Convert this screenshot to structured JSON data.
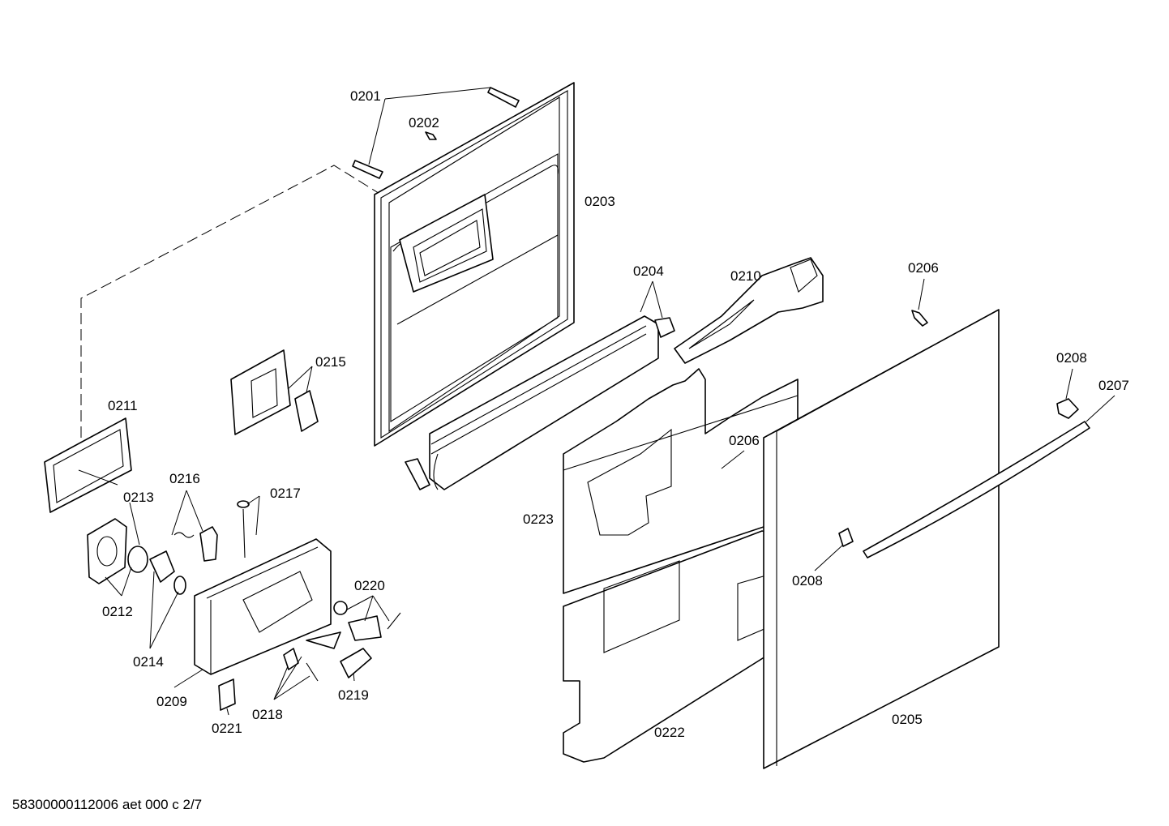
{
  "diagram": {
    "labels": {
      "p0201": "0201",
      "p0202": "0202",
      "p0203": "0203",
      "p0204": "0204",
      "p0205": "0205",
      "p0206a": "0206",
      "p0206b": "0206",
      "p0207": "0207",
      "p0208a": "0208",
      "p0208b": "0208",
      "p0209": "0209",
      "p0210": "0210",
      "p0211": "0211",
      "p0212": "0212",
      "p0213": "0213",
      "p0214": "0214",
      "p0215": "0215",
      "p0216": "0216",
      "p0217": "0217",
      "p0218": "0218",
      "p0219": "0219",
      "p0220": "0220",
      "p0221": "0221",
      "p0222": "0222",
      "p0223": "0223"
    },
    "footer": "58300000112006 aet 000 c 2/7"
  }
}
